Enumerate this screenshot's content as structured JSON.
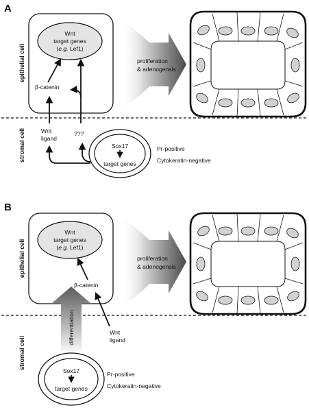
{
  "panel_a": {
    "letter": "A",
    "epithelial_label": "epithelial cell",
    "stromal_label": "stromal cell",
    "wnt_targets_line1": "Wnt",
    "wnt_targets_line2": "target genes",
    "wnt_targets_line3_prefix": "(",
    "wnt_targets_line3_eg": "e.g.",
    "wnt_targets_line3_suffix": " Lef1)",
    "beta_catenin": "β-catenin",
    "wnt_ligand_line1": "Wnt",
    "wnt_ligand_line2": "ligand",
    "unknown_factor": "???",
    "sox17": "Sox17",
    "target_genes": "target genes",
    "pr_positive": "Pr-positive",
    "cytokeratin_negative": "Cytokeratin-negative",
    "outcome_line1": "proliferation",
    "outcome_line2": "& adenogensis"
  },
  "panel_b": {
    "letter": "B",
    "epithelial_label": "epithelial cell",
    "stromal_label": "stromal cell",
    "wnt_targets_line1": "Wnt",
    "wnt_targets_line2": "target genes",
    "wnt_targets_line3_prefix": "(",
    "wnt_targets_line3_eg": "e.g.",
    "wnt_targets_line3_suffix": " Lef1)",
    "beta_catenin": "β-catenin",
    "wnt_ligand_line1": "Wnt",
    "wnt_ligand_line2": "ligand",
    "differentiation": "differentiation",
    "sox17": "Sox17",
    "target_genes": "target genes",
    "pr_positive": "Pr-positive",
    "cytokeratin_negative": "Cytokeratin-negative",
    "outcome_line1": "proliferation",
    "outcome_line2": "& adenogensis"
  },
  "colors": {
    "nucleus_fill": "#e4e4e4",
    "cell_nucleus_fill": "#d2d2d2",
    "arrow_dark": "#555555",
    "arrow_light": "#f4f4f4",
    "line": "#111111"
  }
}
